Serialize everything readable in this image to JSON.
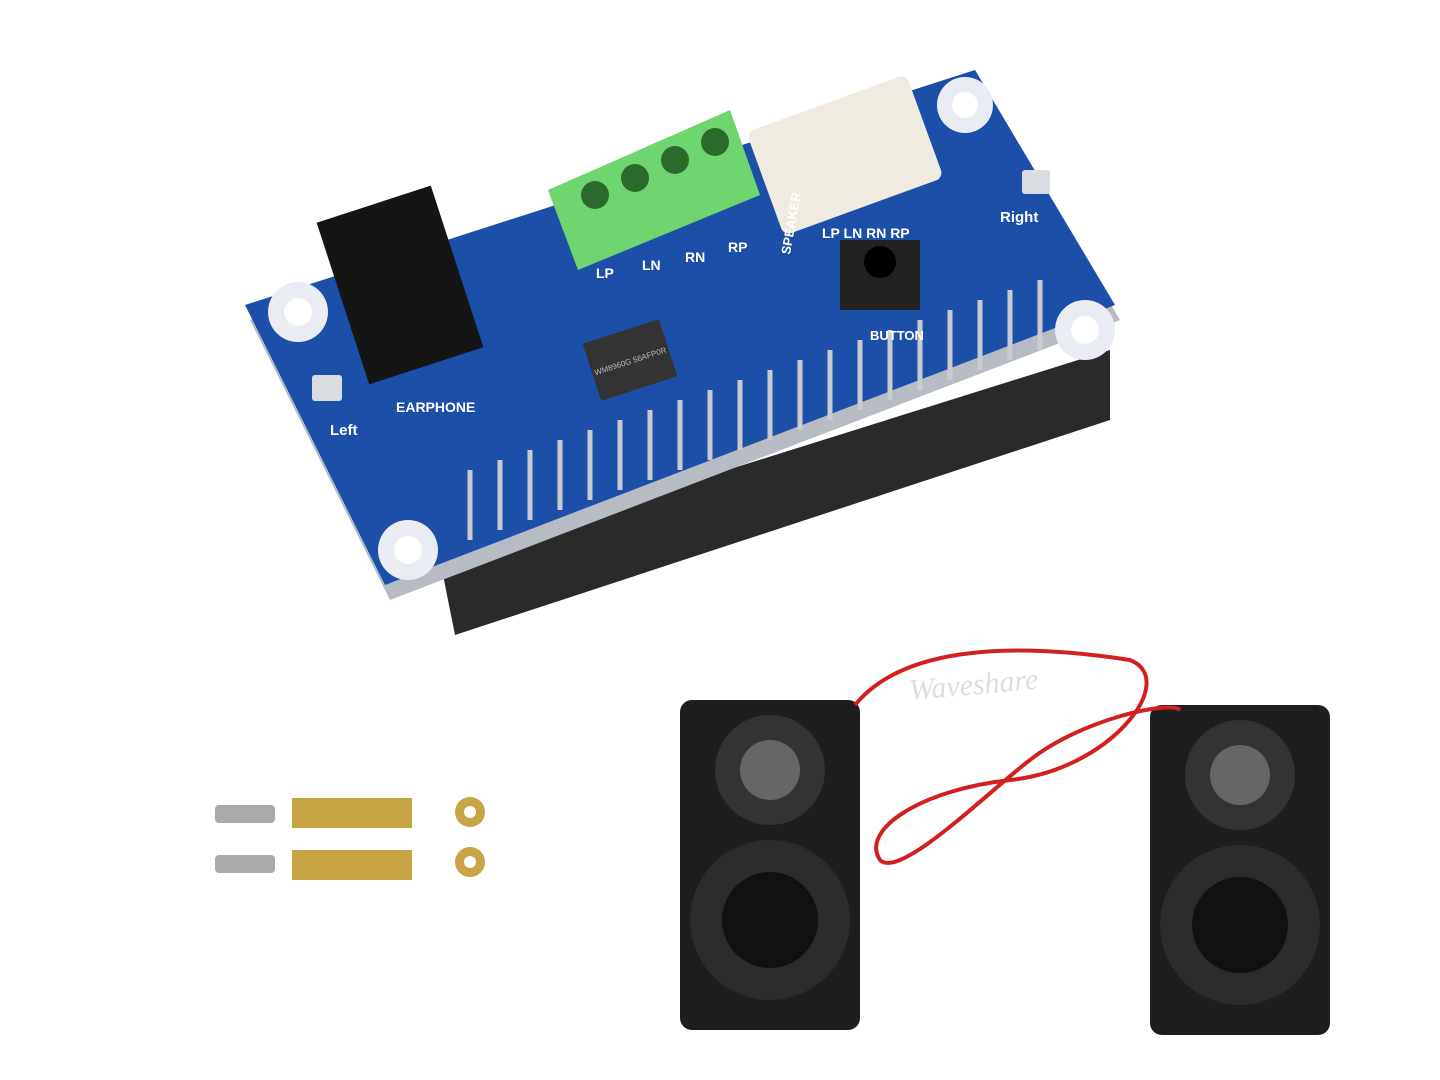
{
  "board": {
    "terminal_labels": [
      "LP",
      "LN",
      "RN",
      "RP"
    ],
    "speaker_label": "SPEAKER",
    "speaker_pin_labels": "LP LN RN RP",
    "right_label": "Right",
    "left_label": "Left",
    "earphone_label": "EARPHONE",
    "button_label": "BUTTON",
    "chip_text": "WM8960G 56AFP0R"
  },
  "watermark": "Waveshare",
  "colors": {
    "pcb": "#1c4fa8",
    "terminal": "#6fd66f",
    "speaker": "#1e1e1e",
    "wire_red": "#d22020",
    "brass": "#c9a445"
  }
}
